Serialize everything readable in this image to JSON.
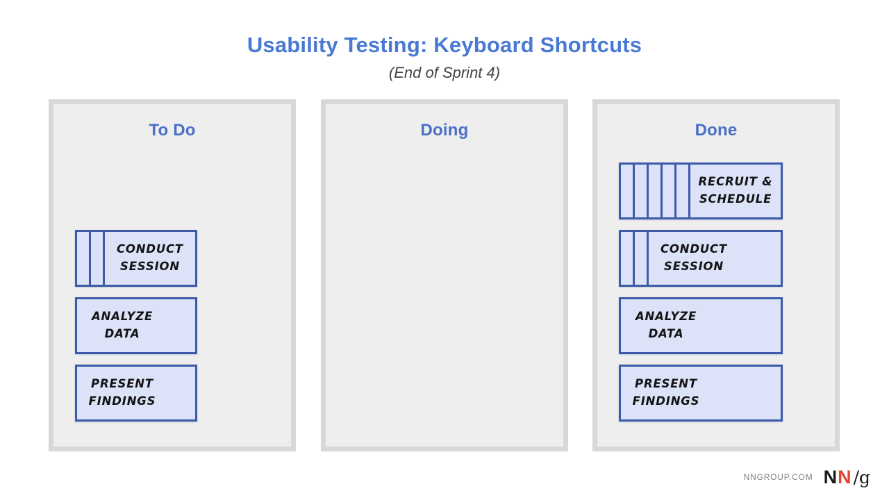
{
  "title": "Usability Testing: Keyboard Shortcuts",
  "subtitle": "(End of Sprint 4)",
  "board": {
    "columns": [
      {
        "label": "To Do",
        "cards": [
          {
            "id": "conduct-session",
            "label": "CONDUCT\nSESSION",
            "tally_marks": 2
          },
          {
            "id": "analyze-data",
            "label": "ANALYZE\nDATA",
            "tally_marks": 0
          },
          {
            "id": "present-findings",
            "label": "PRESENT\nFINDINGS",
            "tally_marks": 0
          }
        ]
      },
      {
        "label": "Doing",
        "cards": []
      },
      {
        "label": "Done",
        "cards": [
          {
            "id": "recruit-schedule",
            "label": "RECRUIT &\nSCHEDULE",
            "tally_marks": 5
          },
          {
            "id": "conduct-session",
            "label": "CONDUCT\nSESSION",
            "tally_marks": 2
          },
          {
            "id": "analyze-data",
            "label": "ANALYZE\nDATA",
            "tally_marks": 0
          },
          {
            "id": "present-findings",
            "label": "PRESENT\nFINDINGS",
            "tally_marks": 0
          }
        ]
      }
    ]
  },
  "footer": {
    "website": "NNGROUP.COM",
    "logo_n1": "N",
    "logo_n2": "N",
    "logo_slash_g": "/g"
  },
  "colors": {
    "title_blue": "#4a79d4",
    "header_blue": "#4a70c6",
    "card_border_blue": "#3c5aa7",
    "card_fill_blue": "#dce3f8",
    "column_border_gray": "#d8d8d8",
    "column_fill_gray": "#eeeeee",
    "logo_red": "#e2472e",
    "subtitle_gray": "#414449"
  }
}
